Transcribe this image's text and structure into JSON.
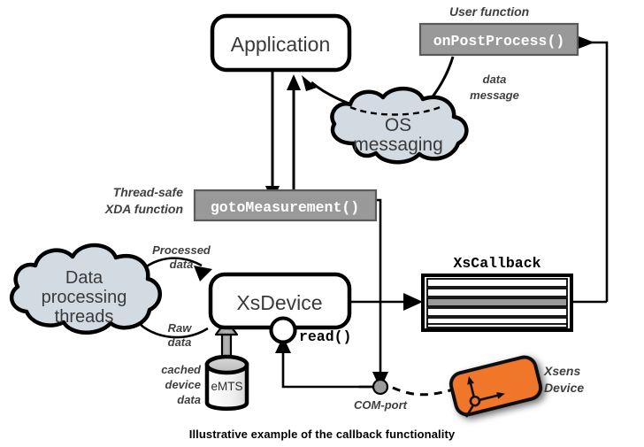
{
  "caption": "Illustrative example of the callback functionality",
  "colors": {
    "cloud_fill": "#d2dbe2",
    "gray_box": "#999999",
    "gray_box_border": "#555555",
    "device_orange": "#f0762b",
    "highlight_row": "#999999",
    "stroke": "#000000",
    "text_gray": "#3a3a3a",
    "background": "#ffffff"
  },
  "nodes": {
    "application": {
      "label": "Application",
      "shape": "rounded-rect"
    },
    "user_function_label": {
      "label": "User function"
    },
    "on_post_process": {
      "label": "onPostProcess()",
      "shape": "gray-box"
    },
    "os_messaging": {
      "label_line1": "OS",
      "label_line2": "messaging",
      "shape": "cloud"
    },
    "thread_safe_label": {
      "line1": "Thread-safe",
      "line2": "XDA function"
    },
    "goto_measurement": {
      "label": "gotoMeasurement()",
      "shape": "gray-box"
    },
    "data_processing": {
      "line1": "Data",
      "line2": "processing",
      "line3": "threads",
      "shape": "cloud"
    },
    "xsdevice": {
      "label": "XsDevice",
      "shape": "rounded-rect"
    },
    "read": {
      "label": "read()",
      "shape": "circle-port"
    },
    "xscallback": {
      "label": "XsCallback",
      "shape": "stack",
      "rows": 6,
      "highlighted_row_index": 2
    },
    "emts": {
      "label": "eMTS",
      "shape": "cylinder"
    },
    "cached_device_data": {
      "line1": "cached",
      "line2": "device",
      "line3": "data"
    },
    "com_port": {
      "label": "COM-port",
      "shape": "junction-dot"
    },
    "xsens_device": {
      "line1": "Xsens",
      "line2": "Device",
      "shape": "rotated-rounded-rect",
      "icon": "axes-icon"
    }
  },
  "edge_labels": {
    "data_message": {
      "line1": "data",
      "line2": "message"
    },
    "processed_data": {
      "line1": "Processed",
      "line2": "data"
    },
    "raw_data": {
      "line1": "Raw",
      "line2": "data"
    }
  }
}
